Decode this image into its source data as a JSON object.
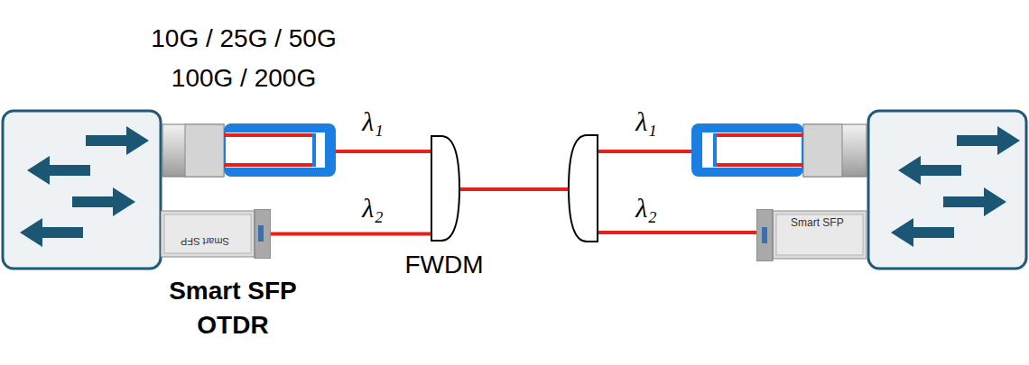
{
  "diagram": {
    "nodes": [
      {
        "text": [
          "Smart SFP"
        ]
      },
      {
        "text": [
          "FWDM"
        ]
      },
      {
        "text": [
          "Smart SFP"
        ]
      }
    ],
    "edges": [
      {
        "from": 0,
        "to": 1,
        "arrow": "none"
      }
    ],
    "labels": [
      "10G / 25G / 50G",
      "100G / 200G",
      "λ₁",
      "λ₂",
      "λ₁",
      "λ₂",
      "Smart SFP",
      "OTDR"
    ]
  }
}
